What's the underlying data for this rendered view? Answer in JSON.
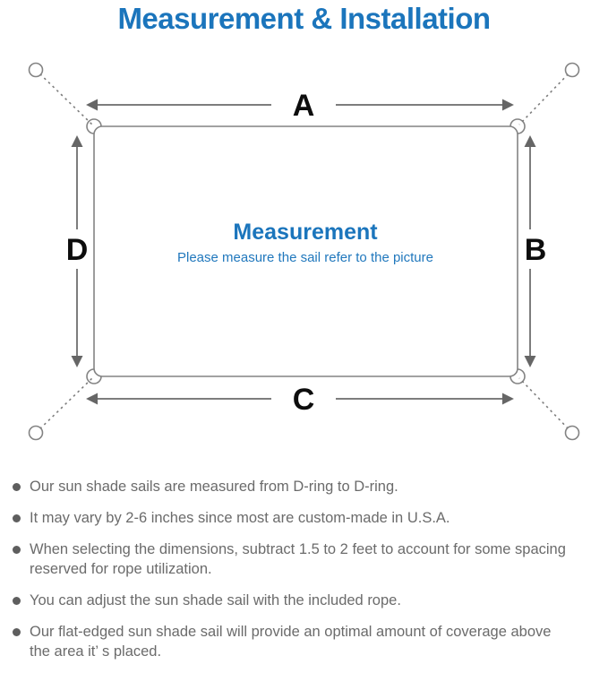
{
  "title": "Measurement & Installation",
  "colors": {
    "accent_blue": "#1b75bc",
    "subtitle_blue": "#2178bd",
    "line_gray": "#7d7d7d",
    "arrowhead_gray": "#666666",
    "label_black": "#0d0d0d",
    "note_text_gray": "#6b6b6b"
  },
  "diagram": {
    "labels": {
      "top": "A",
      "right": "B",
      "bottom": "C",
      "left": "D"
    },
    "center_title": "Measurement",
    "center_subtitle": "Please measure the sail refer to the picture"
  },
  "notes": {
    "items": [
      {
        "lines": [
          "Our sun shade sails are measured from D-ring to D-ring."
        ]
      },
      {
        "lines": [
          "It may vary by 2-6 inches since most are custom-made in U.S.A."
        ]
      },
      {
        "lines": [
          "When selecting the dimensions, subtract 1.5 to 2 feet to account for some spacing",
          "reserved for rope utilization."
        ]
      },
      {
        "lines": [
          "You can adjust the sun shade sail with the included rope."
        ]
      },
      {
        "lines": [
          "Our flat-edged sun shade sail will provide an optimal amount of coverage above",
          "the area it’ s placed."
        ]
      }
    ]
  }
}
